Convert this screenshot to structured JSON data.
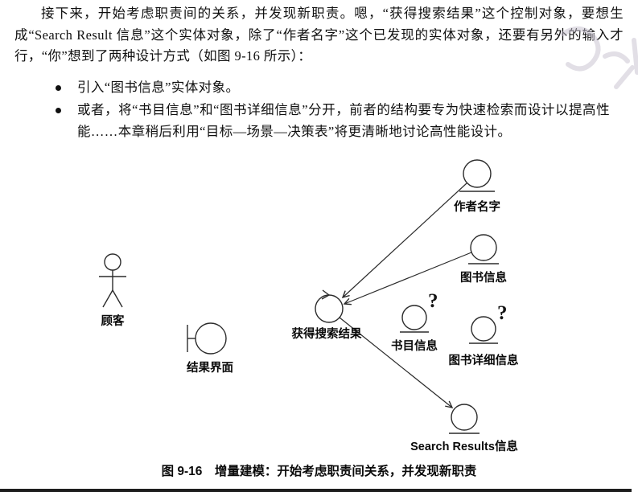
{
  "page": {
    "paragraph": "接下来，开始考虑职责间的关系，并发现新职责。嗯，“获得搜索结果”这个控制对象，要想生成“Search Result 信息”这个实体对象，除了“作者名字”这个已发现的实体对象，还要有另外的输入才行，“你”想到了两种设计方式（如图 9-16 所示）：",
    "bullets": [
      "引入“图书信息”实体对象。",
      "或者，将“书目信息”和“图书详细信息”分开，前者的结构要专为快速检索而设计以提高性能……本章稍后利用“目标—场景—决策表”将更清晰地讨论高性能设计。"
    ],
    "caption": "图 9-16　增量建模：开始考虑职责间关系，并发现新职责"
  },
  "diagram": {
    "actor_label": "顾客",
    "boundary_label": "结果界面",
    "control_label": "获得搜索结果",
    "entities": [
      {
        "label": "作者名字"
      },
      {
        "label": "图书信息"
      },
      {
        "label": "书目信息",
        "question": "?"
      },
      {
        "label": "图书详细信息",
        "question": "?"
      },
      {
        "label": "Search Results信息"
      }
    ],
    "colors": {
      "stroke": "#2b2b2b",
      "text": "#0a0a0a"
    }
  }
}
